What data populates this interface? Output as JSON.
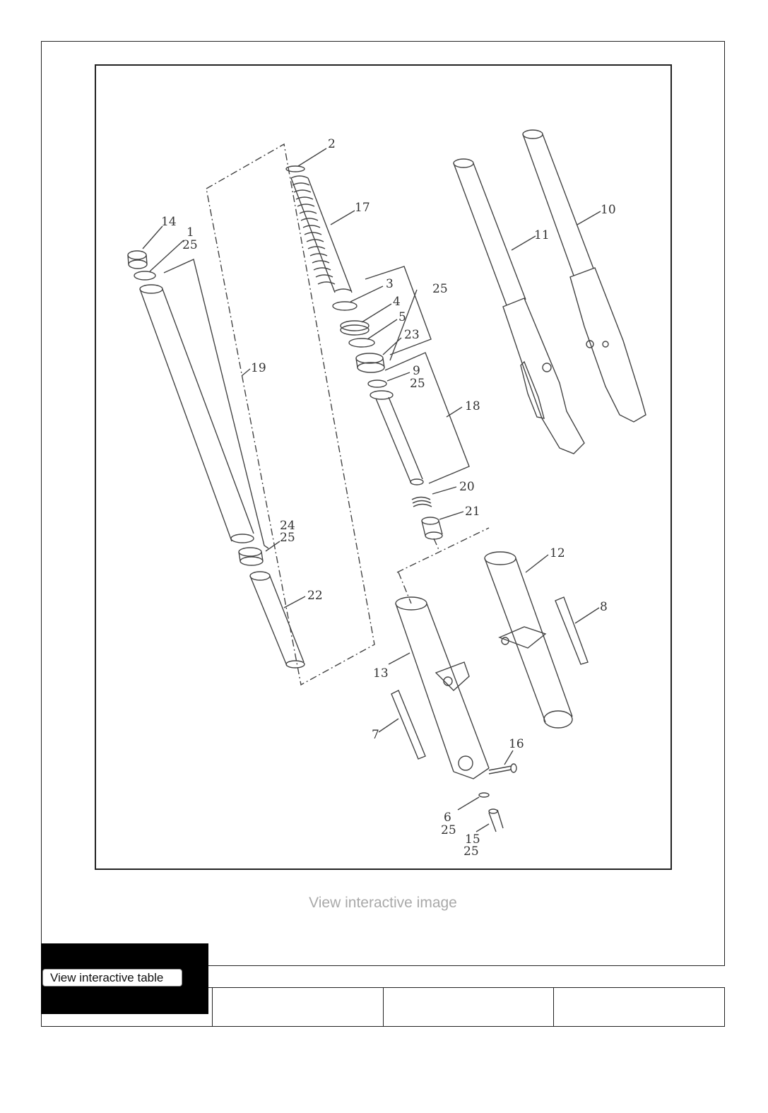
{
  "diagram": {
    "callouts": [
      "2",
      "17",
      "14",
      "1",
      "25",
      "19",
      "3",
      "4",
      "5",
      "23",
      "25",
      "9",
      "25",
      "18",
      "20",
      "21",
      "24",
      "25",
      "22",
      "11",
      "10",
      "12",
      "8",
      "13",
      "7",
      "16",
      "6",
      "25",
      "15",
      "25"
    ]
  },
  "caption": "View interactive image",
  "table_button": "View interactive table"
}
